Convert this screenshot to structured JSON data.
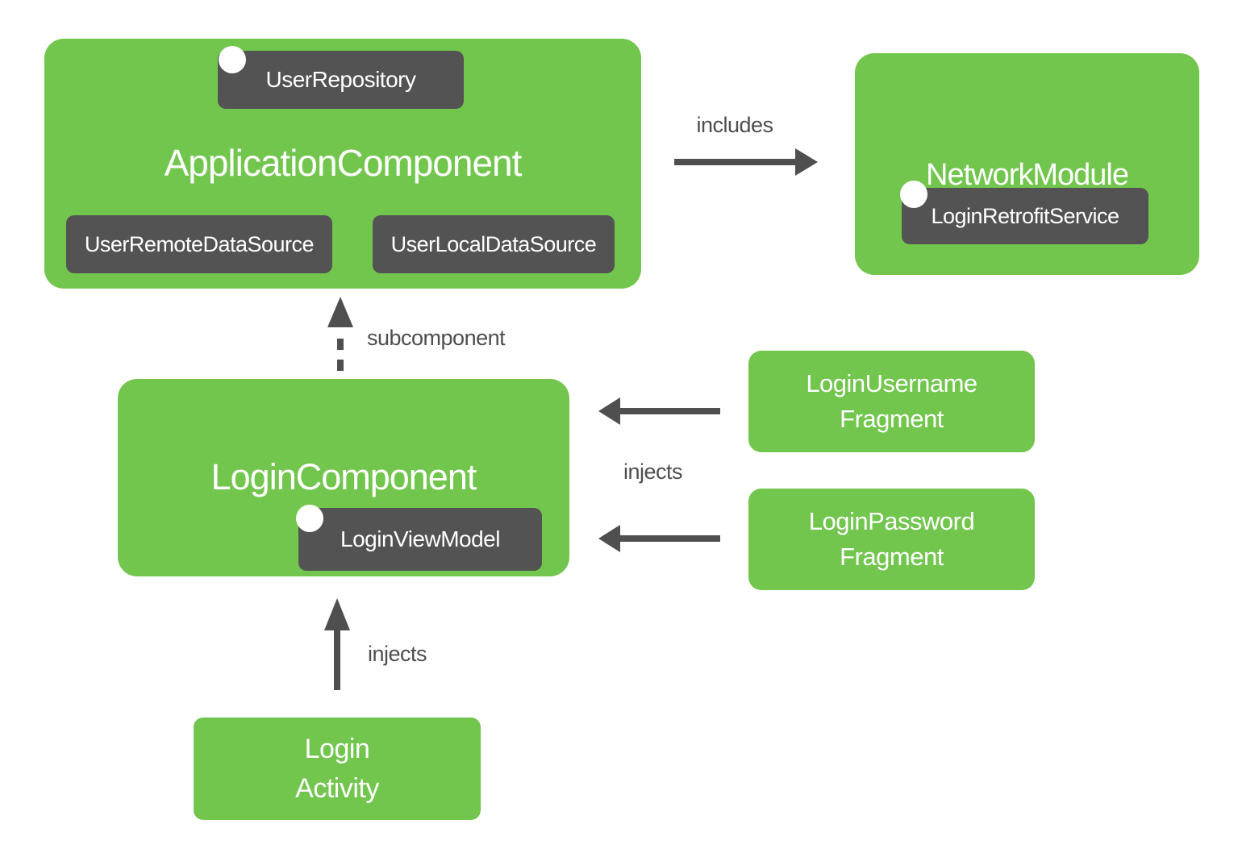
{
  "colors": {
    "green": "#72C64E",
    "dark": "#535353",
    "arrow": "#4F4F4F",
    "label": "#4E4E4E"
  },
  "nodes": {
    "application_component": {
      "title": "ApplicationComponent",
      "badges": {
        "user_repository": "UserRepository",
        "user_remote_data_source": "UserRemoteDataSource",
        "user_local_data_source": "UserLocalDataSource"
      }
    },
    "network_module": {
      "title": "NetworkModule",
      "badges": {
        "login_retrofit_service": "LoginRetrofitService"
      }
    },
    "login_component": {
      "title": "LoginComponent",
      "badges": {
        "login_view_model": "LoginViewModel"
      }
    },
    "login_username_fragment": {
      "line1": "LoginUsername",
      "line2": "Fragment"
    },
    "login_password_fragment": {
      "line1": "LoginPassword",
      "line2": "Fragment"
    },
    "login_activity": {
      "line1": "Login",
      "line2": "Activity"
    }
  },
  "labels": {
    "includes": "includes",
    "subcomponent": "subcomponent",
    "injects_fragments": "injects",
    "injects_activity": "injects"
  }
}
